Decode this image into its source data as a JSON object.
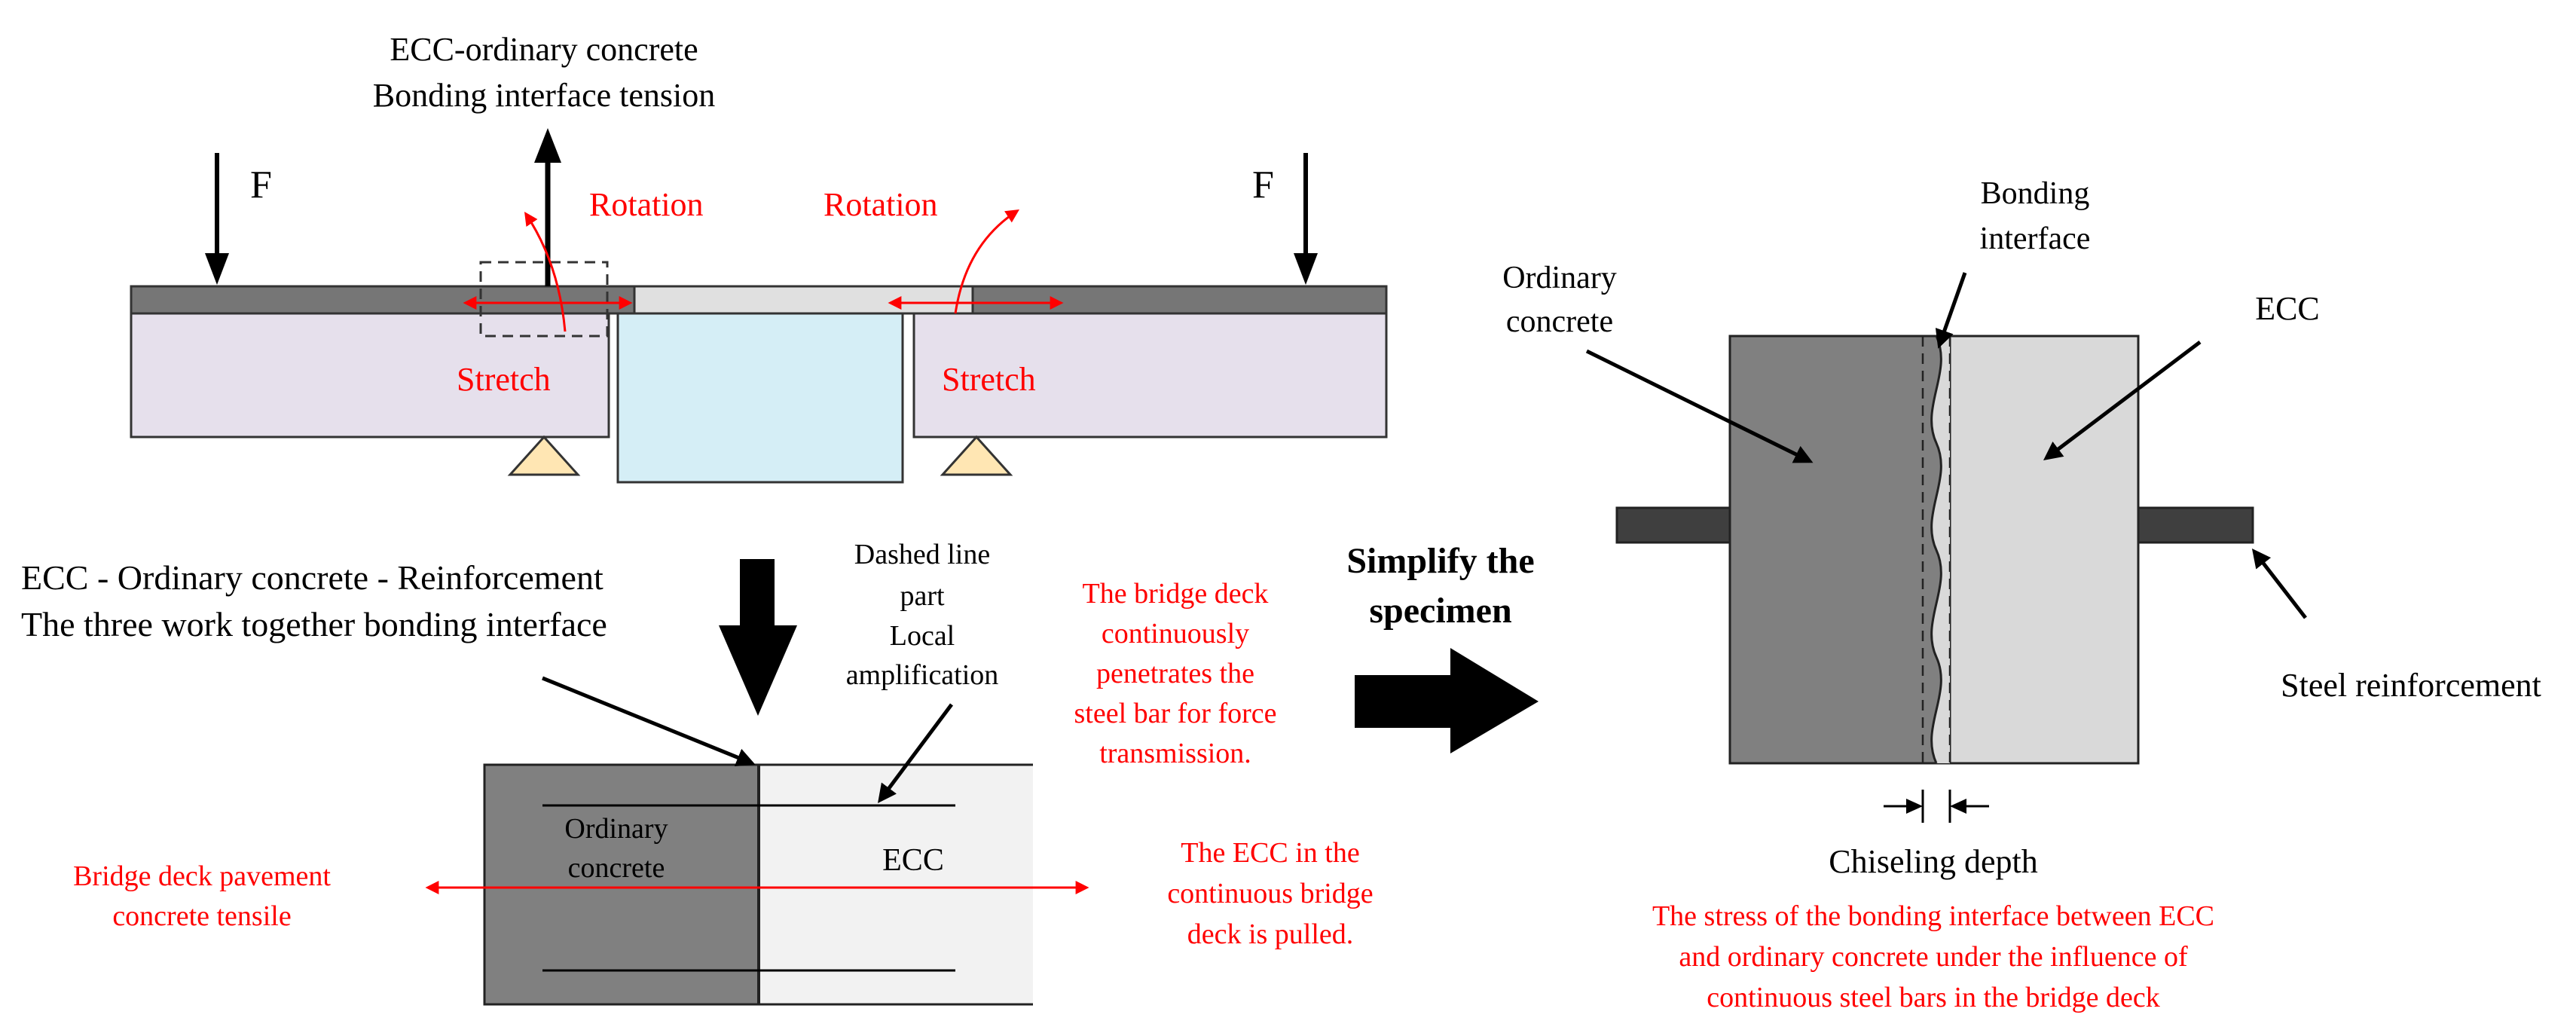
{
  "colors": {
    "red": "#ff0000",
    "dark_gray": "#808080",
    "light_gray": "#d9d9d9",
    "lighter_gray": "#f2f2f2",
    "beam_purple": "#e6e0ec",
    "pier_blue": "#d5eef6",
    "support_tan": "#ffe6b3",
    "deck_gray": "#767676"
  },
  "top_diagram": {
    "title_line1": "ECC-ordinary concrete",
    "title_line2": "Bonding interface tension",
    "force_left": "F",
    "force_right": "F",
    "rotation_left": "Rotation",
    "rotation_right": "Rotation",
    "stretch_left": "Stretch",
    "stretch_right": "Stretch"
  },
  "bottom_diagram": {
    "heading_line1": "ECC - Ordinary concrete - Reinforcement",
    "heading_line2": "The three work together bonding interface",
    "dashed_note": [
      "Dashed line",
      "part",
      "Local",
      "amplification"
    ],
    "ordinary_label": [
      "Ordinary",
      "concrete"
    ],
    "ecc_label": "ECC",
    "tensile_note": [
      "Bridge deck pavement",
      "concrete tensile"
    ],
    "penetrate_note": [
      "The bridge deck",
      "continuously",
      "penetrates the",
      "steel bar for force",
      "transmission."
    ],
    "pulled_note": [
      "The ECC in the",
      "continuous bridge",
      "deck is pulled."
    ]
  },
  "simplify": {
    "line1": "Simplify the",
    "line2": "specimen"
  },
  "specimen": {
    "ordinary_label": [
      "Ordinary",
      "concrete"
    ],
    "bonding_label": [
      "Bonding",
      "interface"
    ],
    "ecc_label": "ECC",
    "steel_label": "Steel reinforcement",
    "chisel_label": "Chiseling depth",
    "caption": [
      "The stress of the bonding interface between ECC",
      "and ordinary concrete under the influence of",
      "continuous steel bars in the bridge deck"
    ]
  }
}
